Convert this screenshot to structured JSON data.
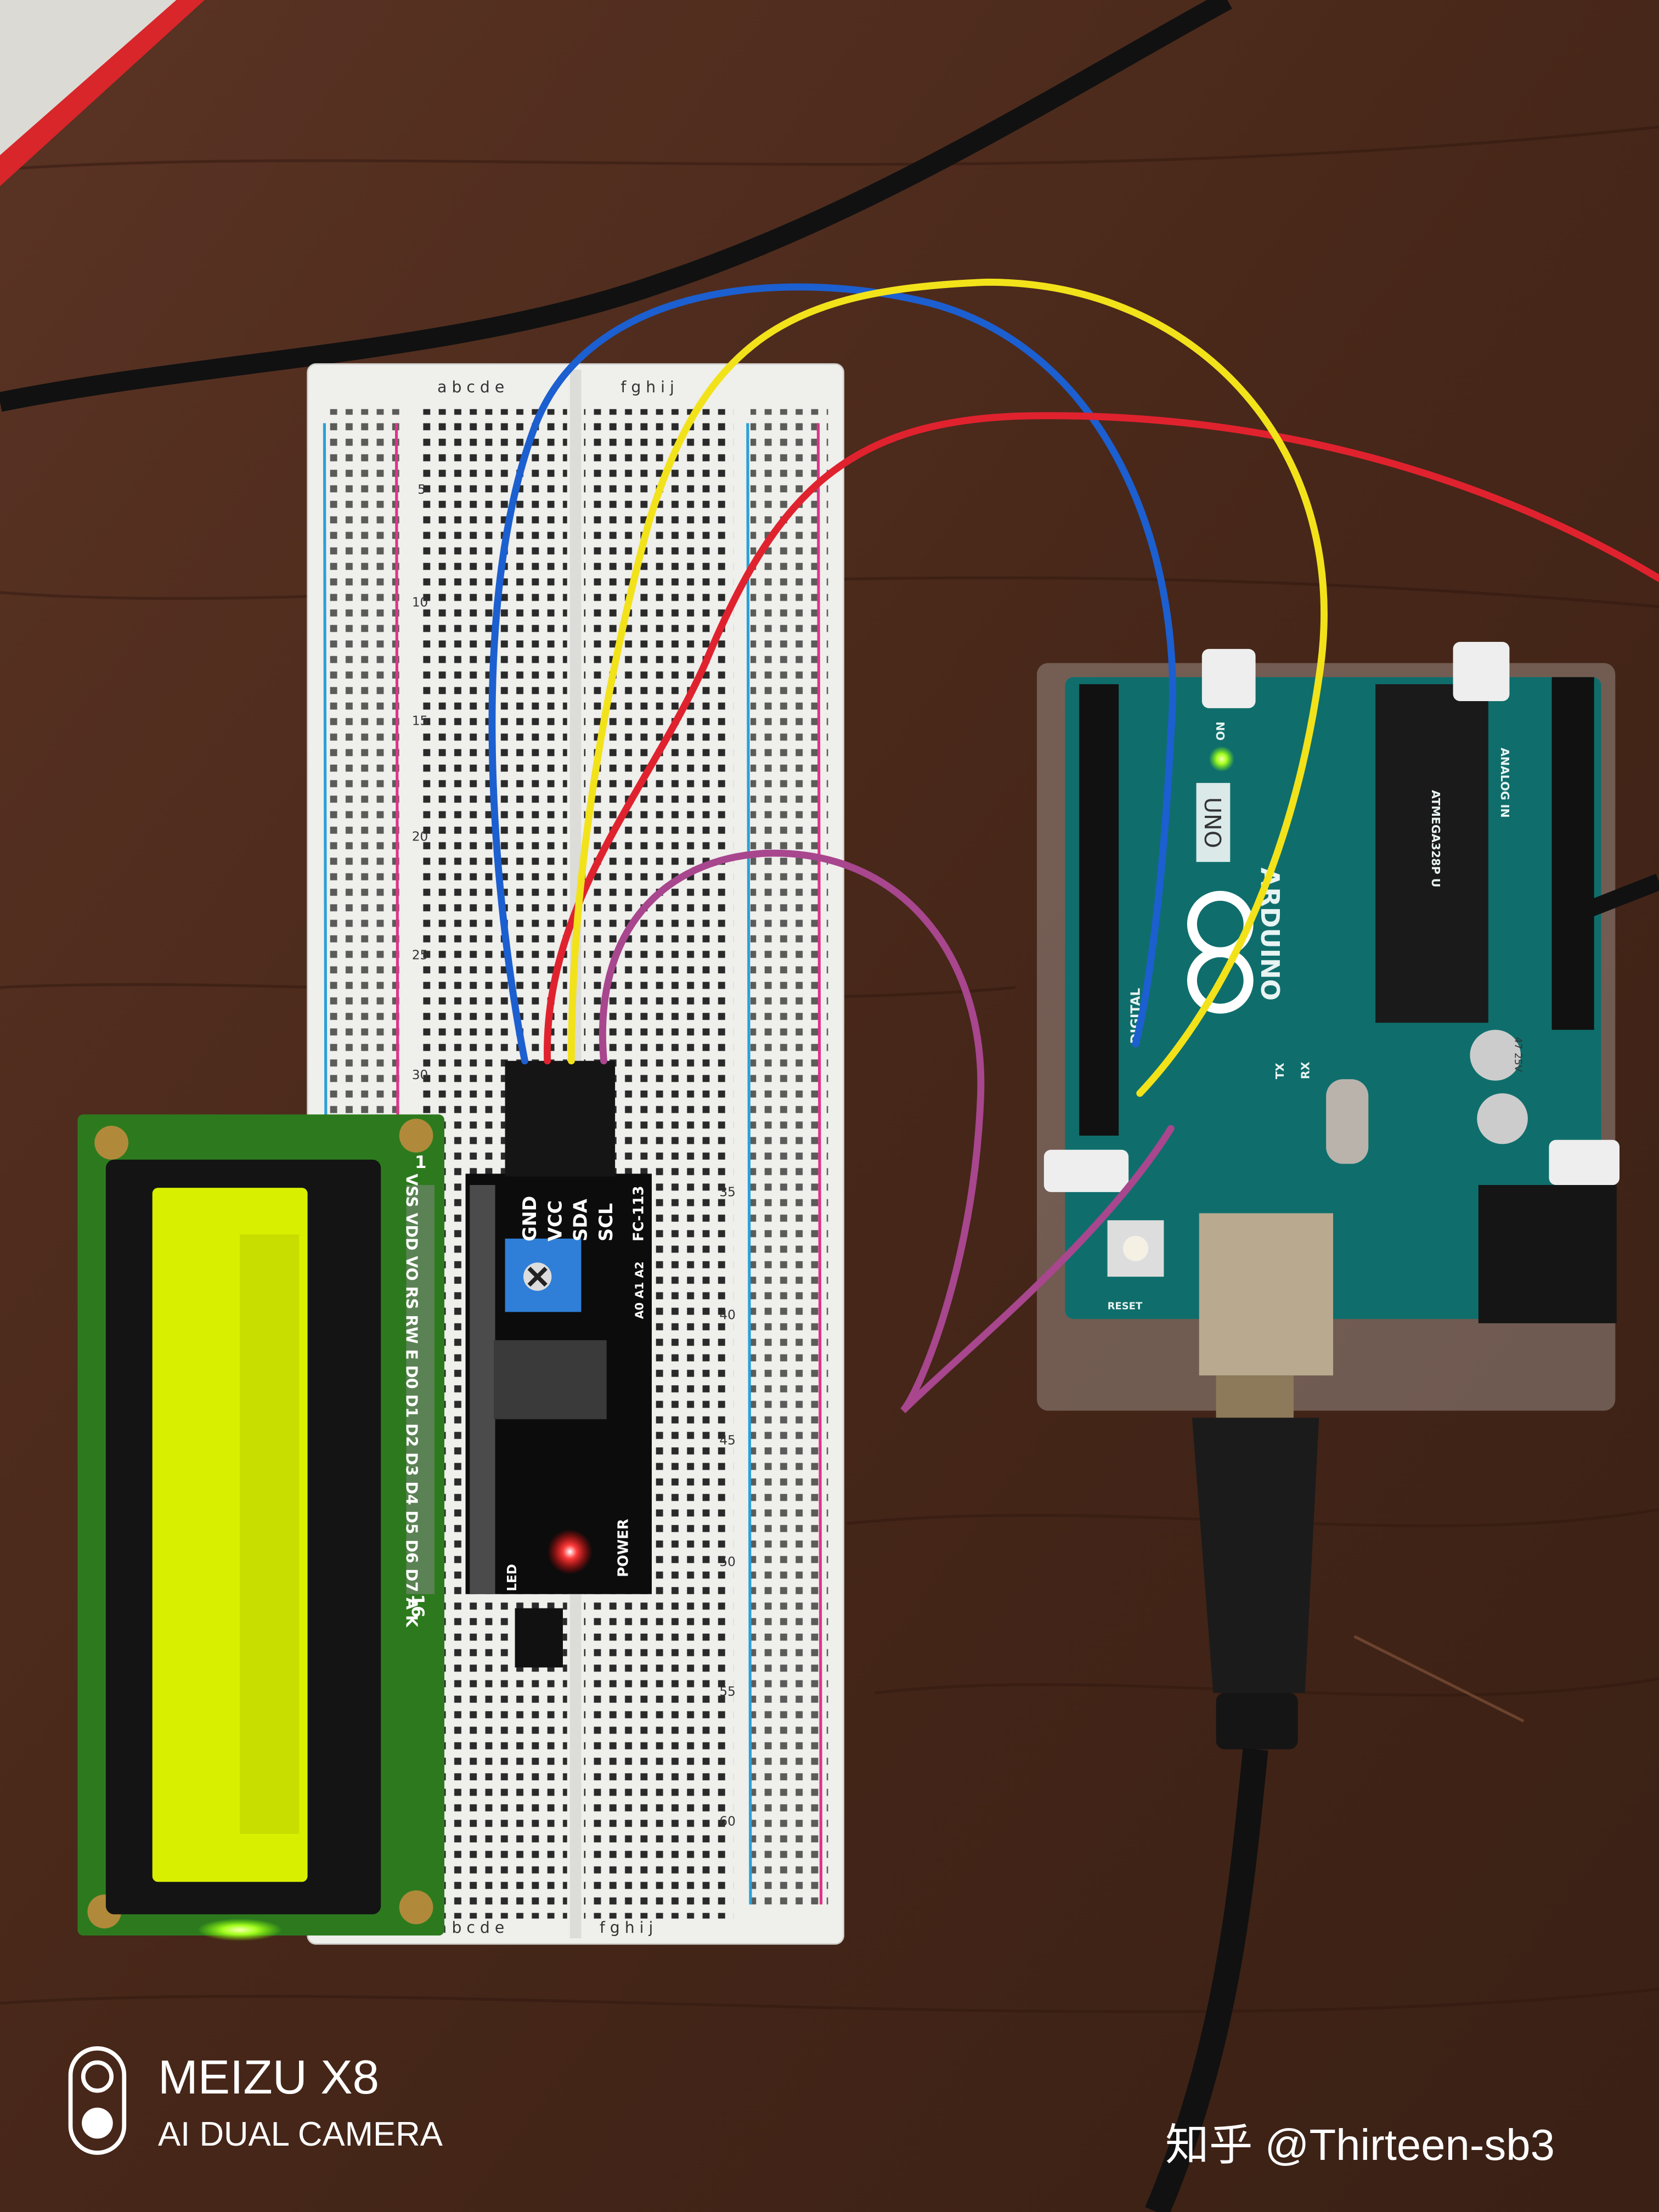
{
  "watermark": {
    "brand": "MEIZU X8",
    "subtitle": "AI DUAL CAMERA",
    "credit": "知乎 @Thirteen-sb3"
  },
  "i2c_module": {
    "pins": [
      "GND",
      "VCC",
      "SDA",
      "SCL"
    ],
    "model": "FC-113",
    "address_pads": "A0 A1 A2",
    "power_label": "POWER",
    "led_label": "LED"
  },
  "lcd": {
    "pin_labels": "VSS VDD VO RS RW E D0 D1 D2 D3 D4 D5 D6 D7 A K",
    "pin_first": "1",
    "pin_last": "16",
    "backlight_color": "#d8f000"
  },
  "arduino": {
    "board": "UNO",
    "brand": "ARDUINO",
    "chip": "ATMEGA328P U",
    "digital_label": "DIGITAL",
    "analog_label": "ANALOG IN",
    "reset_label": "RESET",
    "on_label": "ON",
    "tx_label": "TX",
    "rx_label": "RX",
    "capacitor_label": "47 25V"
  },
  "breadboard": {
    "columns_left": "a b c d e",
    "columns_right": "f g h i j",
    "row_numbers": [
      "5",
      "10",
      "15",
      "20",
      "25",
      "30",
      "35",
      "40",
      "45",
      "50",
      "55",
      "60"
    ]
  },
  "wire_colors": {
    "gnd": "#1c5fd0",
    "vcc": "#e0222e",
    "sda": "#f2e21a",
    "scl": "#a8468e"
  }
}
